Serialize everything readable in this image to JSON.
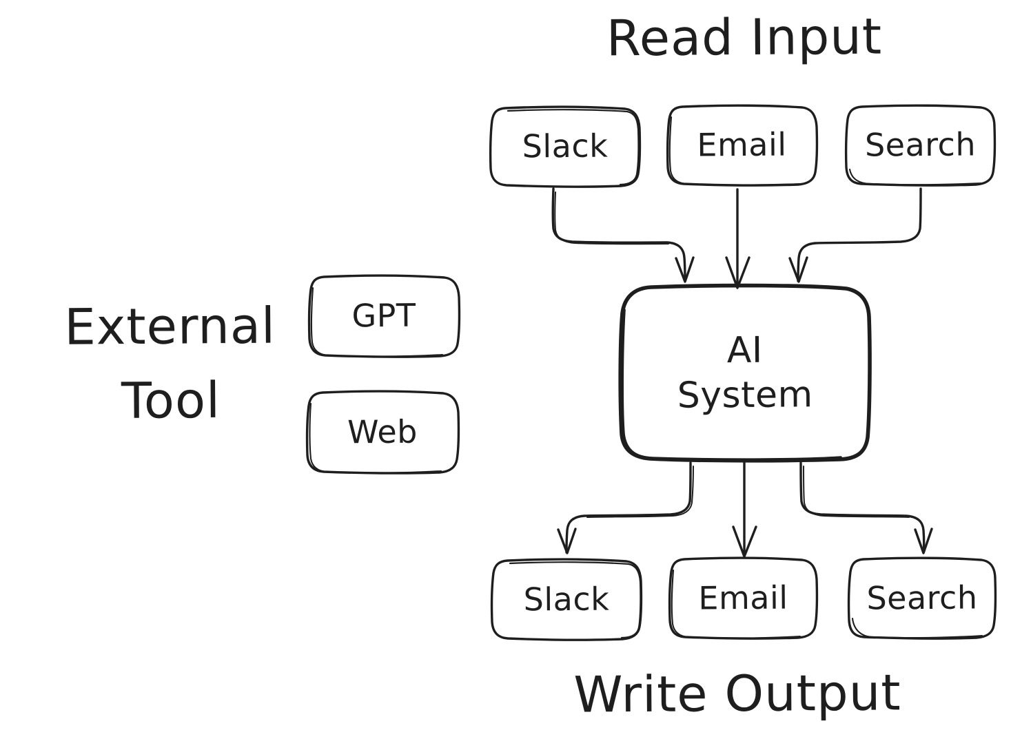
{
  "diagram": {
    "title_read_input": "Read Input",
    "title_write_output": "Write Output",
    "title_external_tool_line1": "External",
    "title_external_tool_line2": "Tool",
    "center_node_line1": "AI",
    "center_node_line2": "System",
    "stroke_color": "#1e1e1e",
    "background_color": "#ffffff"
  },
  "read_input_nodes": [
    {
      "label": "Slack"
    },
    {
      "label": "Email"
    },
    {
      "label": "Search"
    }
  ],
  "write_output_nodes": [
    {
      "label": "Slack"
    },
    {
      "label": "Email"
    },
    {
      "label": "Search"
    }
  ],
  "external_tool_nodes": [
    {
      "label": "GPT"
    },
    {
      "label": "Web"
    }
  ],
  "chart_data": {
    "type": "diagram",
    "title": "AI System input / output tool flow",
    "nodes": [
      {
        "id": "read-slack",
        "label": "Slack",
        "group": "Read Input"
      },
      {
        "id": "read-email",
        "label": "Email",
        "group": "Read Input"
      },
      {
        "id": "read-search",
        "label": "Search",
        "group": "Read Input"
      },
      {
        "id": "ai-system",
        "label": "AI System",
        "group": "Core"
      },
      {
        "id": "write-slack",
        "label": "Slack",
        "group": "Write Output"
      },
      {
        "id": "write-email",
        "label": "Email",
        "group": "Write Output"
      },
      {
        "id": "write-search",
        "label": "Search",
        "group": "Write Output"
      },
      {
        "id": "tool-gpt",
        "label": "GPT",
        "group": "External Tool"
      },
      {
        "id": "tool-web",
        "label": "Web",
        "group": "External Tool"
      }
    ],
    "edges": [
      {
        "from": "read-slack",
        "to": "ai-system",
        "directed": true
      },
      {
        "from": "read-email",
        "to": "ai-system",
        "directed": true
      },
      {
        "from": "read-search",
        "to": "ai-system",
        "directed": true
      },
      {
        "from": "ai-system",
        "to": "write-slack",
        "directed": true
      },
      {
        "from": "ai-system",
        "to": "write-email",
        "directed": true
      },
      {
        "from": "ai-system",
        "to": "write-search",
        "directed": true
      }
    ],
    "groups": [
      "Read Input",
      "External Tool",
      "Write Output"
    ]
  }
}
